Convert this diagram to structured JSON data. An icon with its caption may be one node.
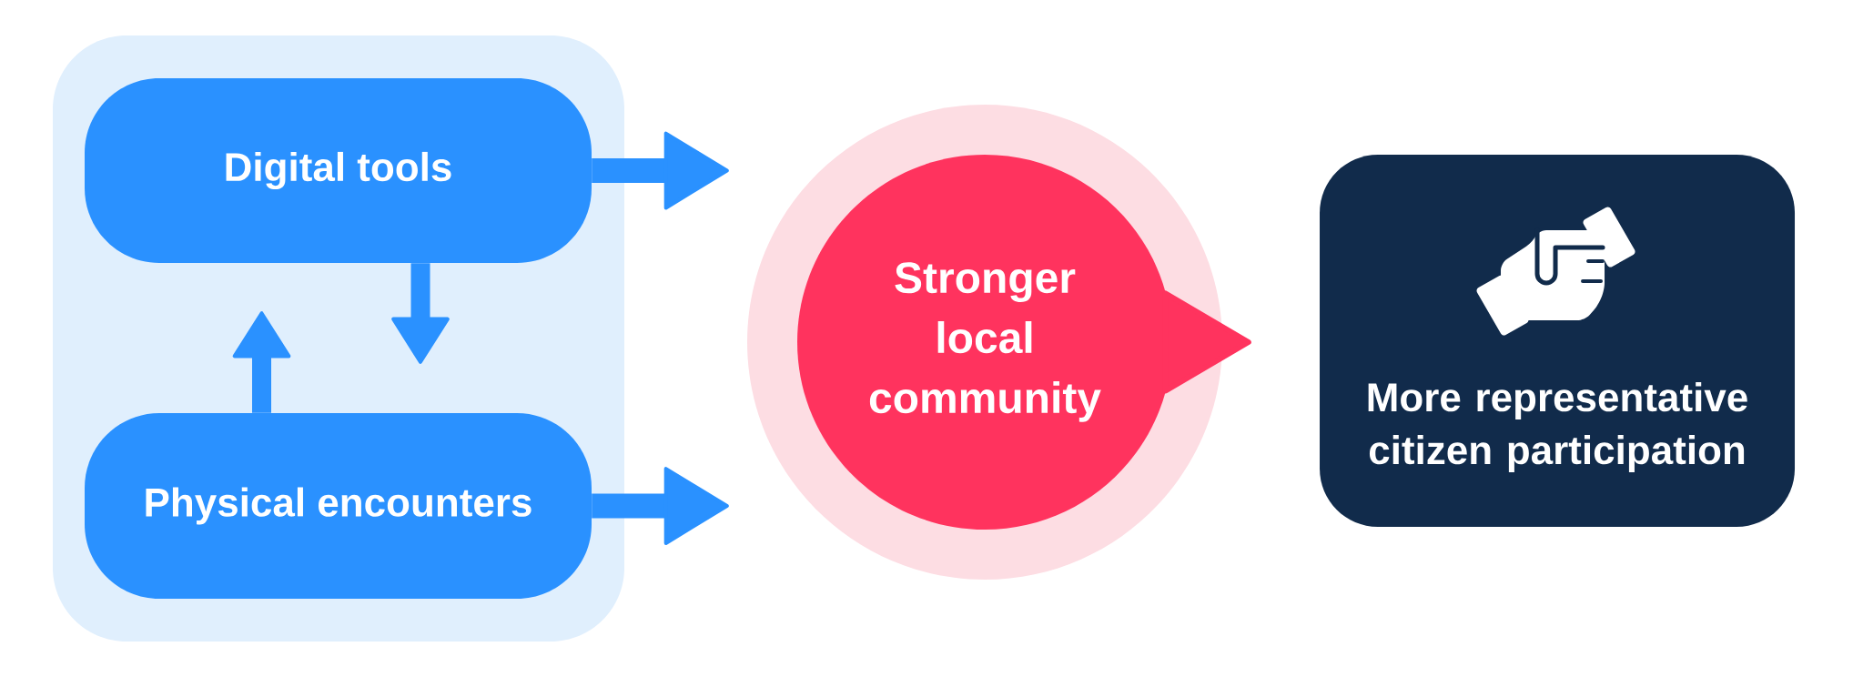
{
  "diagram": {
    "nodes": [
      {
        "text": [],
        "shape": "box"
      },
      {
        "text": [
          "Digital tools"
        ],
        "in": 0
      },
      {
        "text": [
          "Physical encounters"
        ],
        "in": 0
      },
      {
        "text": [
          "Stronger local community"
        ]
      },
      {
        "text": [
          "More representative citizen participation"
        ]
      }
    ],
    "edges": [
      {
        "from": 1,
        "to": 2,
        "arrow": "to"
      },
      {
        "from": 2,
        "to": 1,
        "arrow": "to"
      },
      {
        "from": 1,
        "to": 3,
        "arrow": "to"
      },
      {
        "from": 2,
        "to": 3,
        "arrow": "to"
      },
      {
        "from": 3,
        "to": 4,
        "arrow": "to",
        "color": "#ff335e"
      }
    ]
  }
}
